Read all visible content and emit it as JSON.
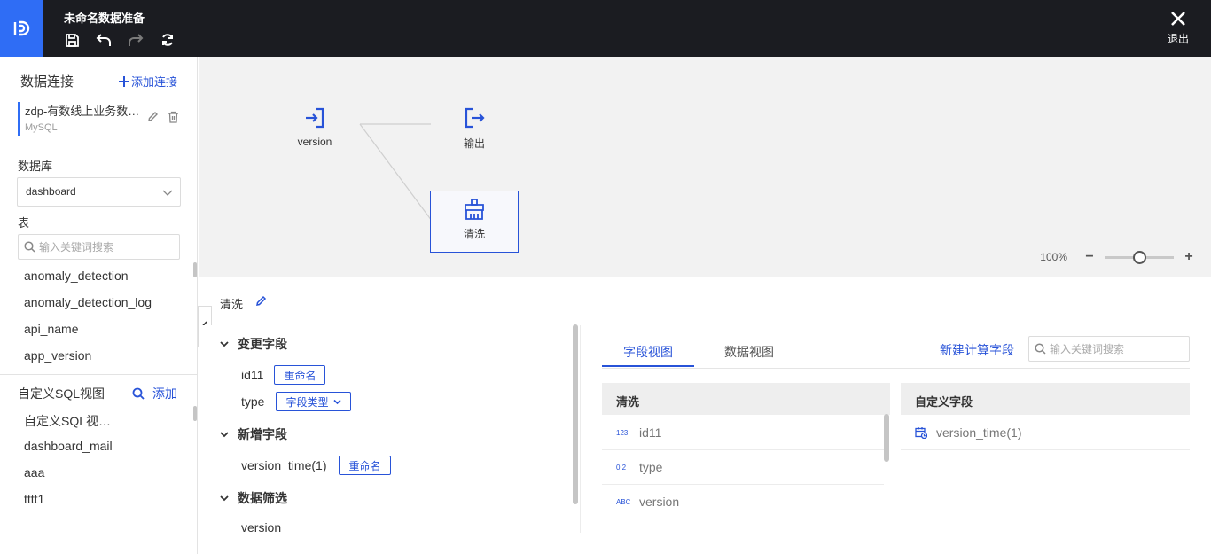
{
  "header": {
    "title": "未命名数据准备",
    "exit_label": "退出"
  },
  "sidebar": {
    "title": "数据连接",
    "add_connection": "添加连接",
    "connection": {
      "name": "zdp-有数线上业务数…",
      "type": "MySQL"
    },
    "database_label": "数据库",
    "database_value": "dashboard",
    "table_label": "表",
    "search_placeholder": "输入关键词搜索",
    "tables": [
      "anomaly_detection",
      "anomaly_detection_log",
      "api_name",
      "app_version"
    ],
    "sql_title": "自定义SQL视图",
    "sql_add": "添加",
    "sql_views": [
      "自定义SQL视…",
      "dashboard_mail",
      "aaa",
      "tttt1"
    ]
  },
  "canvas": {
    "nodes": [
      {
        "label": "version",
        "icon": "input-icon"
      },
      {
        "label": "输出",
        "icon": "output-icon"
      },
      {
        "label": "清洗",
        "icon": "clean-icon"
      }
    ],
    "zoom_text": "100%",
    "zoom_level": 0.5
  },
  "panel": {
    "title": "清洗",
    "sections": [
      {
        "title": "变更字段"
      },
      {
        "title": "新增字段"
      },
      {
        "title": "数据筛选"
      }
    ],
    "ops": [
      {
        "field": "id11",
        "button": "重命名"
      },
      {
        "field": "type",
        "button": "字段类型"
      },
      {
        "field": "version_time(1)",
        "button": "重命名"
      },
      {
        "field": "version"
      }
    ]
  },
  "fields": {
    "tabs": [
      "字段视图",
      "数据视图"
    ],
    "new_calc": "新建计算字段",
    "search_placeholder": "输入关键词搜索",
    "left_card": {
      "title": "清洗",
      "rows": [
        {
          "type": "123",
          "name": "id11"
        },
        {
          "type": "0.2",
          "name": "type"
        },
        {
          "type": "ABC",
          "name": "version"
        }
      ]
    },
    "right_card": {
      "title": "自定义字段",
      "rows": [
        {
          "name": "version_time(1)",
          "icon": "datetime-icon"
        }
      ]
    }
  },
  "colors": {
    "accent": "#2853d8",
    "topbar": "#1b1c21",
    "logo_bg": "#2f6df5"
  }
}
